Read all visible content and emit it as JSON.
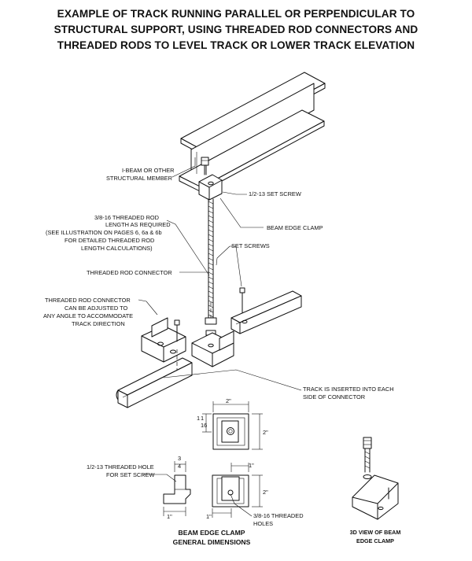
{
  "title": {
    "line1": "EXAMPLE OF TRACK RUNNING PARALLEL OR PERPENDICULAR TO",
    "line2": "STRUCTURAL SUPPORT, USING THREADED ROD CONNECTORS AND",
    "line3": "THREADED RODS TO LEVEL TRACK OR LOWER TRACK ELEVATION"
  },
  "labels": {
    "ibeam_1": "I-BEAM OR OTHER",
    "ibeam_2": "STRUCTURAL MEMBER",
    "set_screw": "1/2-13 SET SCREW",
    "rod_1": "3/8-16 THREADED ROD",
    "rod_2": "LENGTH AS REQUIRED",
    "rod_3": "(SEE ILLUSTRATION ON PAGES 6, 6a & 6b",
    "rod_4": "FOR  DETAILED THREADED ROD",
    "rod_5": "LENGTH CALCULATIONS)",
    "beam_edge_clamp": "BEAM EDGE CLAMP",
    "set_screws": "SET SCREWS",
    "rod_connector": "THREADED ROD CONNECTOR",
    "adj_1": "THREADED ROD CONNECTOR",
    "adj_2": "CAN BE ADJUSTED TO",
    "adj_3": "ANY ANGLE TO ACCOMMODATE",
    "adj_4": "TRACK DIRECTION",
    "track_1": "TRACK IS INSERTED INTO EACH",
    "track_2": "SIDE OF CONNECTOR",
    "hole_1": "1/2-13 THREADED HOLE",
    "hole_2": "FOR SET SCREW",
    "holes_1": "3/8-16 THREADED",
    "holes_2": "HOLES"
  },
  "dimensions": {
    "top_width": "2\"",
    "top_height": "2\"",
    "top_side_num": "1",
    "top_side_den": "16",
    "top_side_whole": "1",
    "side_depth_num": "3",
    "side_depth_den": "4",
    "side_bottom": "1\"",
    "front_top": "1\"",
    "front_height": "2\"",
    "front_bottom": "1\""
  },
  "captions": {
    "general_1": "BEAM EDGE CLAMP",
    "general_2": "GENERAL DIMENSIONS",
    "view3d_1": "3D VIEW OF BEAM",
    "view3d_2": "EDGE CLAMP"
  }
}
